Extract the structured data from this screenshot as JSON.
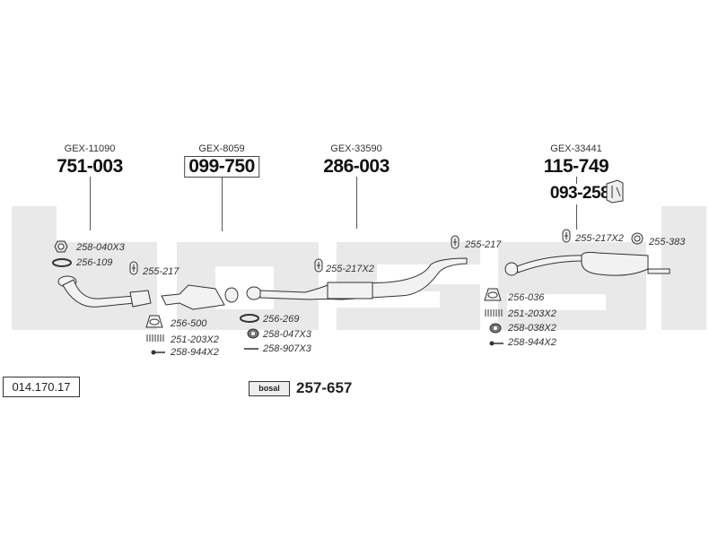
{
  "diagram_number": "014.170.17",
  "assemblies": [
    {
      "gex": "GEX-11090",
      "part": "751-003",
      "boxed": false
    },
    {
      "gex": "GEX-8059",
      "part": "099-750",
      "boxed": true
    },
    {
      "gex": "GEX-33590",
      "part": "286-003",
      "boxed": false
    },
    {
      "gex": "GEX-33441",
      "part": "115-749",
      "boxed": false
    }
  ],
  "bracket_part": "093-258",
  "kit": {
    "logo_text": "bosal",
    "part": "257-657"
  },
  "parts": [
    {
      "label": "258-040X3",
      "icon": "nut-icon"
    },
    {
      "label": "256-109",
      "icon": "gasket-ring-icon"
    },
    {
      "label": "255-217",
      "icon": "rubber-hanger-icon"
    },
    {
      "label": "256-500",
      "icon": "gasket-cone-icon"
    },
    {
      "label": "251-203X2",
      "icon": "spring-icon"
    },
    {
      "label": "258-944X2",
      "icon": "bolt-icon"
    },
    {
      "label": "256-269",
      "icon": "gasket-ring-icon"
    },
    {
      "label": "258-047X3",
      "icon": "nut-icon"
    },
    {
      "label": "258-907X3",
      "icon": "stud-icon"
    },
    {
      "label": "255-217X2",
      "icon": "rubber-hanger-icon"
    },
    {
      "label": "255-217",
      "icon": "rubber-hanger-icon"
    },
    {
      "label": "256-036",
      "icon": "gasket-cone-icon"
    },
    {
      "label": "251-203X2",
      "icon": "spring-icon"
    },
    {
      "label": "258-038X2",
      "icon": "nut-icon"
    },
    {
      "label": "258-944X2",
      "icon": "bolt-icon"
    },
    {
      "label": "255-217X2",
      "icon": "rubber-hanger-icon"
    },
    {
      "label": "255-383",
      "icon": "rubber-ring-icon"
    }
  ]
}
